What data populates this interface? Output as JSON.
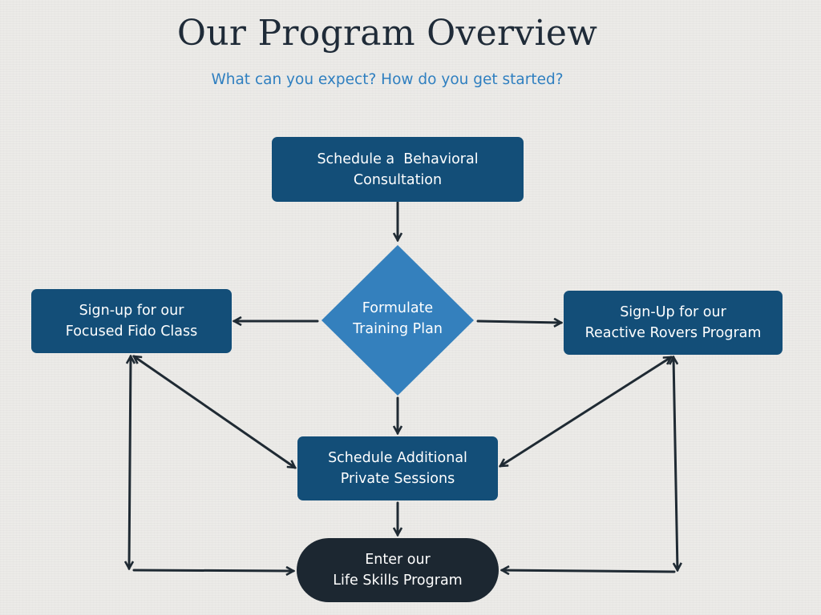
{
  "header": {
    "title": "Our Program Overview",
    "subtitle": "What can you expect? How do you get started?"
  },
  "nodes": {
    "consultation": {
      "line1": "Schedule a  Behavioral",
      "line2": "Consultation"
    },
    "training_plan": {
      "line1": "Formulate",
      "line2": "Training Plan"
    },
    "focused_fido": {
      "line1": "Sign-up for our",
      "line2": "Focused Fido Class"
    },
    "reactive_rovers": {
      "line1": "Sign-Up for our",
      "line2": "Reactive Rovers Program"
    },
    "private_sessions": {
      "line1": "Schedule Additional",
      "line2": "Private Sessions"
    },
    "life_skills": {
      "line1": "Enter our",
      "line2": "Life Skills Program"
    }
  },
  "colors": {
    "box": "#134e78",
    "diamond": "#3480bd",
    "pill": "#1c2731",
    "arrow": "#1f2a33",
    "title": "#1f2b38",
    "subtitle": "#2f7fc0"
  }
}
